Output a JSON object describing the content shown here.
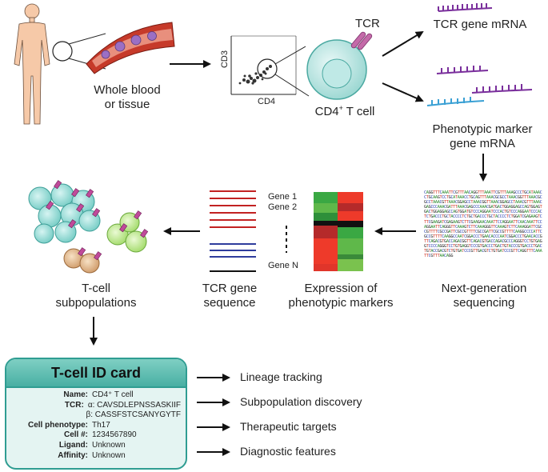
{
  "labels": {
    "whole_blood": "Whole blood\nor tissue",
    "tcr": "TCR",
    "cd4_cell": "CD4",
    "cd4_cell_suffix": " T cell",
    "tcr_mrna": "TCR gene mRNA",
    "phenotypic_mrna": "Phenotypic marker\ngene mRNA",
    "ngs": "Next-generation\nsequencing",
    "expression": "Expression of\nphenotypic markers",
    "tcr_sequence": "TCR gene\nsequence",
    "subpopulations": "T-cell\nsubpopulations",
    "gene1": "Gene 1",
    "gene2": "Gene 2",
    "geneN": "Gene N",
    "axis_cd3": "CD3",
    "axis_cd4": "CD4"
  },
  "card": {
    "title": "T-cell ID card",
    "fields": [
      {
        "key": "Name:",
        "value": "CD4⁺ T cell"
      },
      {
        "key": "TCR:",
        "value": "α: CAVSDLEPNSSASKIIF"
      },
      {
        "key": "",
        "value": "β: CASSFSTCSANYGYTF"
      },
      {
        "key": "Cell phenotype:",
        "value": "Th17"
      },
      {
        "key": "Cell #:",
        "value": "1234567890"
      },
      {
        "key": "Ligand:",
        "value": "Unknown"
      },
      {
        "key": "Affinity:",
        "value": "Unknown"
      }
    ]
  },
  "applications": [
    "Lineage tracking",
    "Subpopulation discovery",
    "Therapeutic targets",
    "Diagnostic features"
  ],
  "sequence_text": "CAGGTTTCAAATTCGTTTAACAGGTTTAAATTCGTTTAAAGCCCTGCATAAACCTGCAAGTCCTGCATAAACCTGCAGTTTAAACGCGCCTAAACGGTTTAAACGCGCCTAAACGTTAAACGGAGCCTAAACGGTTAAACGGAGCCTAAACGTTTAAACGAGCCCAAACGATTTAAACGAGCCCAAACGATGACTGGAGGAGCCAGTGGAGTGACTGGAGGAGCCAGTGGATGTCCCAGGAATCCCACTGTCCCAGGAATCCCACTCTGACCCTGCTACCCCTCTGCTGACCCTGCTACCCCTCTGGATCGAGAAGTCTTCGAAGATCGAGAAGTCTTCGAAGAACAAATTCCAGGAATTCAACAAATTCCAGGAATTCAGGGTTCAAAGTCTTCAAAGGGTTCAAAGTCTTCAAAGGATTCGCCGTTTTCGCCGATTCGCCGTTTTCGCCGATTCGCCGTTTTCAAGGCCCCATTCGCCGTTTTCAAGGCCAATCGGACCCTGAACACCCAATCGGACCCTGAACACCGTTCAGACGTGACCAGACGGTTCAGACGTGACCAGACGCCCAGGGTCCTGTGAGGTCCCCAGGGTCCTGTGAGGTCCCGTGACCCTGACTGTACCCGTGACCCTGACTGTACCGACGTCTGTGATCCCGTTGACGTCTGTGATCCCGTTCAGGTTTCAAATTCGTTTAACAGG"
}
